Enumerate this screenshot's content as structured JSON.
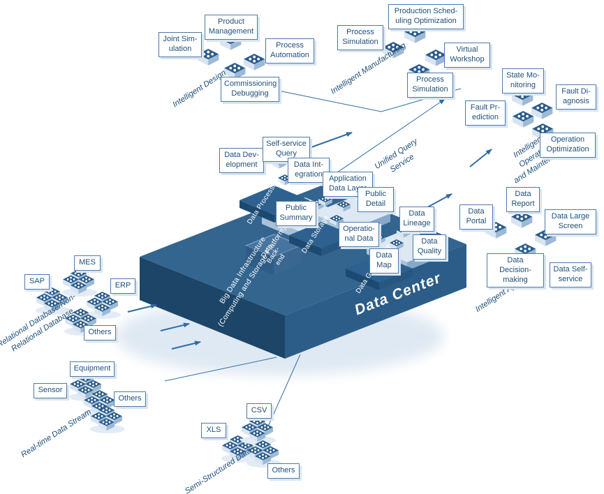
{
  "clusters": {
    "design": {
      "title": "Intelligent Design",
      "joint_simulation": "Joint Sim-ulation",
      "product_management": "Product Management",
      "process_automation": "Process Automation",
      "commissioning_debugging": "Commissioning Debugging"
    },
    "manufacturing": {
      "title": "Intelligent Manufacturing",
      "process_simulation_top": "Process Simulation",
      "production_scheduling_optimization": "Production Sched-uling Optimization",
      "virtual_workshop": "Virtual Workshop",
      "process_simulation_bottom": "Process Simulation"
    },
    "operation_maintenance": {
      "title": "Intelligent Operation\nand Maintenance",
      "state_monitoring": "State Mo-nitoring",
      "fault_diagnosis": "Fault Di-agnosis",
      "fault_prediction": "Fault Pr-ediction",
      "operation_optimization": "Operation Optimization"
    },
    "application": {
      "title": "Intelligent Application",
      "data_report": "Data Report",
      "data_large_screen": "Data Large Screen",
      "data_portal": "Data Portal",
      "data_decision_making": "Data Decision-making",
      "data_self_service": "Data Self-service"
    }
  },
  "query": {
    "label": "Unified Query\nService"
  },
  "platform": {
    "name": "Data Center",
    "infrastructure": "Big Data Infrastructure\n(Computing and Storage Platform)",
    "backend": "Data\nBack-\nend",
    "processing": {
      "face": "Data Processing",
      "data_development": "Data Dev-elopment",
      "self_service_query": "Self-service Query",
      "data_integration": "Data Int-egration",
      "public_summary": "Public Summary"
    },
    "storage": {
      "face": "Data Storage",
      "application_data_layer": "Application Data Layer",
      "public_detail": "Public Detail",
      "operational_data": "Operatio-nal Data"
    },
    "governance": {
      "face": "Data Governance",
      "data_lineage": "Data Lineage",
      "data_quality": "Data Quality",
      "data_map": "Data Map"
    }
  },
  "sources": {
    "relational": {
      "title": "Relational Database/Non-\nRelational Database",
      "sap": "SAP",
      "mes": "MES",
      "erp": "ERP",
      "others": "Others"
    },
    "realtime": {
      "title": "Real-time Data Stream",
      "equipment": "Equipment",
      "sensor": "Sensor",
      "others": "Others"
    },
    "semi_structured": {
      "title": "Semi-Structured Data",
      "xls": "XLS",
      "csv": "CSV",
      "others": "Others"
    }
  },
  "colors": {
    "navy_text": "#1f4e79",
    "box_border": "#4b7aac",
    "box_shadow": "#d9e4f1",
    "platform_top": "#33658f",
    "platform_left": "#1c4568",
    "platform_right": "#2c5d88",
    "arrow": "#2e6da4"
  }
}
